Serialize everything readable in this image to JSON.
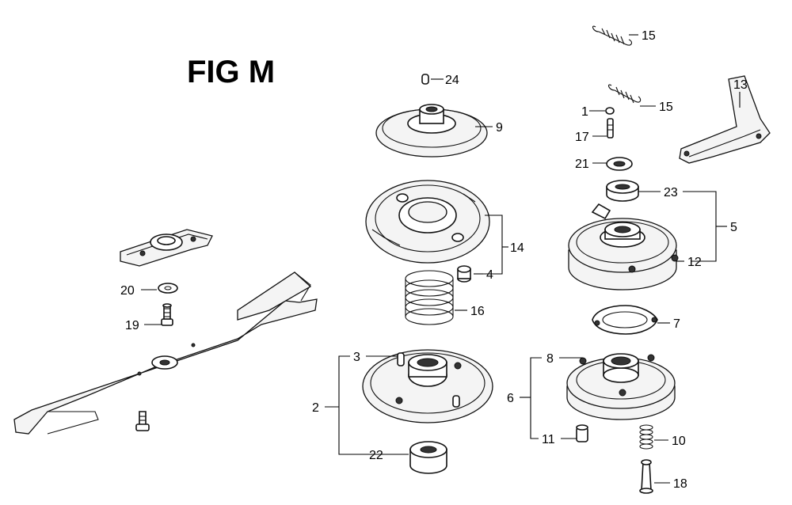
{
  "figure": {
    "title": "FIG M"
  },
  "callouts": {
    "c1": "1",
    "c2": "2",
    "c3": "3",
    "c4": "4",
    "c5": "5",
    "c6": "6",
    "c7": "7",
    "c8": "8",
    "c9": "9",
    "c10": "10",
    "c11": "11",
    "c12": "12",
    "c13": "13",
    "c14": "14",
    "c15a": "15",
    "c15b": "15",
    "c16": "16",
    "c17": "17",
    "c18": "18",
    "c19": "19",
    "c20": "20",
    "c21": "21",
    "c22": "22",
    "c23": "23",
    "c24": "24"
  }
}
